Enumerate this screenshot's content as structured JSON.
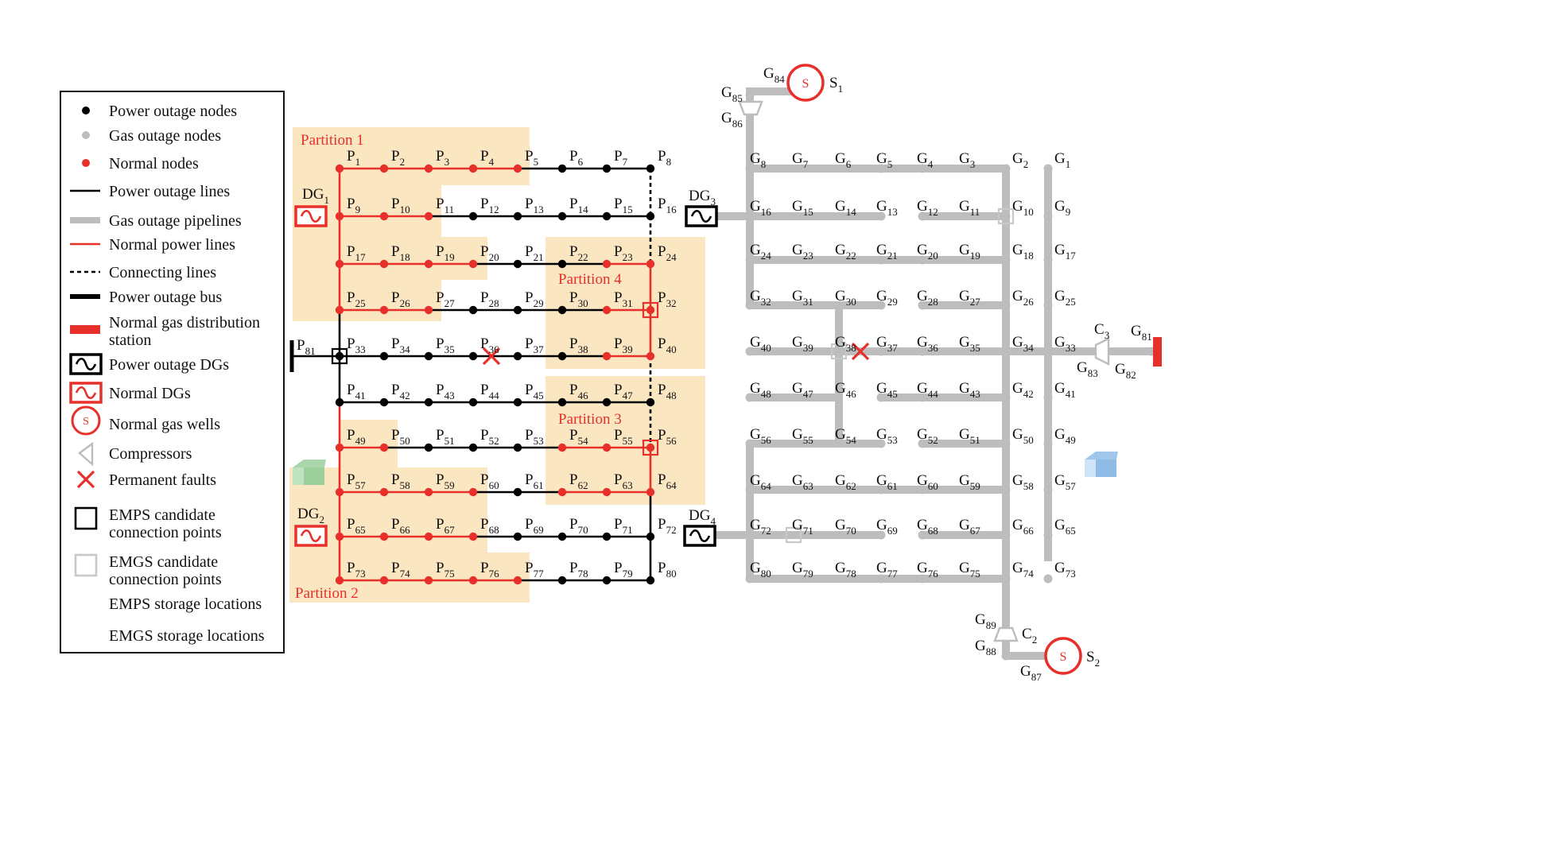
{
  "legend": {
    "items": [
      {
        "key": "power-outage-node",
        "label": "Power outage nodes"
      },
      {
        "key": "gas-outage-node",
        "label": "Gas outage nodes"
      },
      {
        "key": "normal-node",
        "label": "Normal nodes"
      },
      {
        "key": "power-outage-line",
        "label": "Power outage lines"
      },
      {
        "key": "gas-outage-pipeline",
        "label": "Gas outage pipelines"
      },
      {
        "key": "normal-power-line",
        "label": "Normal power lines"
      },
      {
        "key": "connecting-line",
        "label": "Connecting lines"
      },
      {
        "key": "power-outage-bus",
        "label": "Power outage bus"
      },
      {
        "key": "normal-gas-station",
        "label": "Normal gas distribution",
        "label2": "station"
      },
      {
        "key": "power-outage-dg",
        "label": "Power outage DGs"
      },
      {
        "key": "normal-dg",
        "label": "Normal DGs"
      },
      {
        "key": "normal-gas-well",
        "label": "Normal gas wells"
      },
      {
        "key": "compressor",
        "label": "Compressors"
      },
      {
        "key": "permanent-fault",
        "label": "Permanent faults"
      },
      {
        "key": "emps-point",
        "label": "EMPS candidate",
        "label2": "connection points"
      },
      {
        "key": "emgs-point",
        "label": "EMGS candidate",
        "label2": "connection points"
      },
      {
        "key": "emps-storage",
        "label": "EMPS storage locations"
      },
      {
        "key": "emgs-storage",
        "label": "EMGS storage locations"
      }
    ]
  },
  "partitions": [
    "Partition 1",
    "Partition 2",
    "Partition 3",
    "Partition 4"
  ],
  "dgs": [
    "DG1",
    "DG2",
    "DG3",
    "DG4"
  ],
  "wells": [
    "S1",
    "S2"
  ],
  "compressors": [
    "C2",
    "C3"
  ],
  "colors": {
    "outage": "#000000",
    "gas": "#bdbdbd",
    "normal": "#e8302a",
    "partition_fill": "#fbe6c2",
    "emgs": "#8fbce6",
    "emps": "#9ccf9c"
  },
  "power_nodes": [
    {
      "id": "P1",
      "status": "normal"
    },
    {
      "id": "P2",
      "status": "normal"
    },
    {
      "id": "P3",
      "status": "normal"
    },
    {
      "id": "P4",
      "status": "normal"
    },
    {
      "id": "P5",
      "status": "normal"
    },
    {
      "id": "P6",
      "status": "outage"
    },
    {
      "id": "P7",
      "status": "outage"
    },
    {
      "id": "P8",
      "status": "outage"
    },
    {
      "id": "P9",
      "status": "normal"
    },
    {
      "id": "P10",
      "status": "normal"
    },
    {
      "id": "P11",
      "status": "normal"
    },
    {
      "id": "P12",
      "status": "outage"
    },
    {
      "id": "P13",
      "status": "outage"
    },
    {
      "id": "P14",
      "status": "outage"
    },
    {
      "id": "P15",
      "status": "outage"
    },
    {
      "id": "P16",
      "status": "outage"
    },
    {
      "id": "P17",
      "status": "normal"
    },
    {
      "id": "P18",
      "status": "normal"
    },
    {
      "id": "P19",
      "status": "normal"
    },
    {
      "id": "P20",
      "status": "normal"
    },
    {
      "id": "P21",
      "status": "outage"
    },
    {
      "id": "P22",
      "status": "outage"
    },
    {
      "id": "P23",
      "status": "normal"
    },
    {
      "id": "P24",
      "status": "normal"
    },
    {
      "id": "P25",
      "status": "normal"
    },
    {
      "id": "P26",
      "status": "normal"
    },
    {
      "id": "P27",
      "status": "normal"
    },
    {
      "id": "P28",
      "status": "outage"
    },
    {
      "id": "P29",
      "status": "outage"
    },
    {
      "id": "P30",
      "status": "outage"
    },
    {
      "id": "P31",
      "status": "normal"
    },
    {
      "id": "P32",
      "status": "normal"
    },
    {
      "id": "P33",
      "status": "outage"
    },
    {
      "id": "P34",
      "status": "outage"
    },
    {
      "id": "P35",
      "status": "outage"
    },
    {
      "id": "P36",
      "status": "outage"
    },
    {
      "id": "P37",
      "status": "outage"
    },
    {
      "id": "P38",
      "status": "outage"
    },
    {
      "id": "P39",
      "status": "normal"
    },
    {
      "id": "P40",
      "status": "normal"
    },
    {
      "id": "P41",
      "status": "outage"
    },
    {
      "id": "P42",
      "status": "outage"
    },
    {
      "id": "P43",
      "status": "outage"
    },
    {
      "id": "P44",
      "status": "outage"
    },
    {
      "id": "P45",
      "status": "outage"
    },
    {
      "id": "P46",
      "status": "outage"
    },
    {
      "id": "P47",
      "status": "outage"
    },
    {
      "id": "P48",
      "status": "outage"
    },
    {
      "id": "P49",
      "status": "normal"
    },
    {
      "id": "P50",
      "status": "normal"
    },
    {
      "id": "P51",
      "status": "outage"
    },
    {
      "id": "P52",
      "status": "outage"
    },
    {
      "id": "P53",
      "status": "outage"
    },
    {
      "id": "P54",
      "status": "normal"
    },
    {
      "id": "P55",
      "status": "normal"
    },
    {
      "id": "P56",
      "status": "normal"
    },
    {
      "id": "P57",
      "status": "normal"
    },
    {
      "id": "P58",
      "status": "normal"
    },
    {
      "id": "P59",
      "status": "normal"
    },
    {
      "id": "P60",
      "status": "normal"
    },
    {
      "id": "P61",
      "status": "outage"
    },
    {
      "id": "P62",
      "status": "normal"
    },
    {
      "id": "P63",
      "status": "normal"
    },
    {
      "id": "P64",
      "status": "normal"
    },
    {
      "id": "P65",
      "status": "normal"
    },
    {
      "id": "P66",
      "status": "normal"
    },
    {
      "id": "P67",
      "status": "normal"
    },
    {
      "id": "P68",
      "status": "normal"
    },
    {
      "id": "P69",
      "status": "outage"
    },
    {
      "id": "P70",
      "status": "outage"
    },
    {
      "id": "P71",
      "status": "outage"
    },
    {
      "id": "P72",
      "status": "outage"
    },
    {
      "id": "P73",
      "status": "normal"
    },
    {
      "id": "P74",
      "status": "normal"
    },
    {
      "id": "P75",
      "status": "normal"
    },
    {
      "id": "P76",
      "status": "normal"
    },
    {
      "id": "P77",
      "status": "normal"
    },
    {
      "id": "P78",
      "status": "outage"
    },
    {
      "id": "P79",
      "status": "outage"
    },
    {
      "id": "P80",
      "status": "outage"
    },
    {
      "id": "P81",
      "status": "bus"
    }
  ],
  "gas_nodes": [
    "G1",
    "G2",
    "G3",
    "G4",
    "G5",
    "G6",
    "G7",
    "G8",
    "G9",
    "G10",
    "G11",
    "G12",
    "G13",
    "G14",
    "G15",
    "G16",
    "G17",
    "G18",
    "G19",
    "G20",
    "G21",
    "G22",
    "G23",
    "G24",
    "G25",
    "G26",
    "G27",
    "G28",
    "G29",
    "G30",
    "G31",
    "G32",
    "G33",
    "G34",
    "G35",
    "G36",
    "G37",
    "G38",
    "G39",
    "G40",
    "G41",
    "G42",
    "G43",
    "G44",
    "G45",
    "G46",
    "G47",
    "G48",
    "G49",
    "G50",
    "G51",
    "G52",
    "G53",
    "G54",
    "G55",
    "G56",
    "G57",
    "G58",
    "G59",
    "G60",
    "G61",
    "G62",
    "G63",
    "G64",
    "G65",
    "G66",
    "G67",
    "G68",
    "G69",
    "G70",
    "G71",
    "G72",
    "G73",
    "G74",
    "G75",
    "G76",
    "G77",
    "G78",
    "G79",
    "G80",
    "G81",
    "G82",
    "G83",
    "G84",
    "G85",
    "G86",
    "G87",
    "G88",
    "G89"
  ]
}
